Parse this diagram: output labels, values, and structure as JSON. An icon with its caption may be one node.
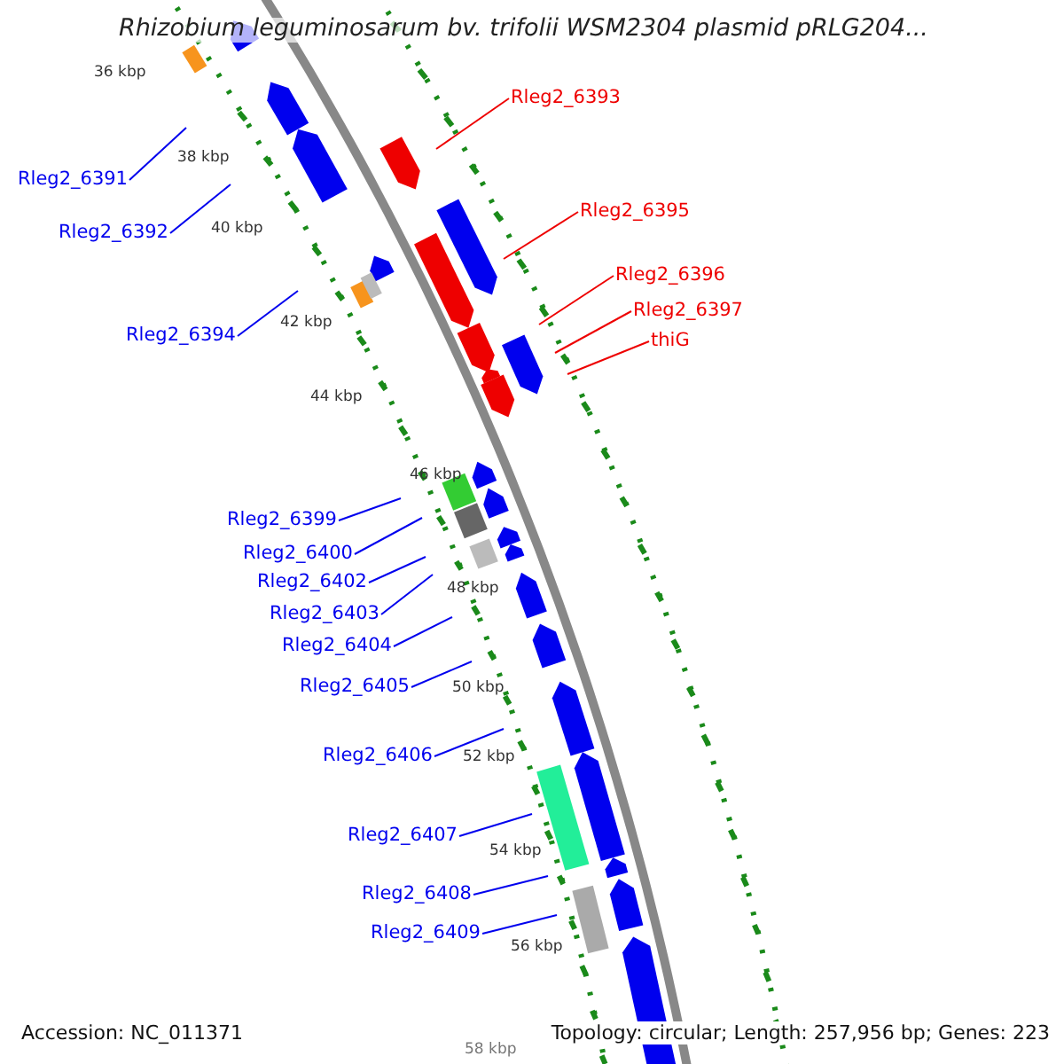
{
  "diagram": {
    "title": "Rhizobium leguminosarum bv. trifolii WSM2304 plasmid pRLG204...",
    "nodes": [
      {
        "text": [
          "Rleg2_6393"
        ]
      },
      {
        "text": [
          "Rleg2_6391"
        ]
      },
      {
        "text": [
          "Rleg2_6395"
        ]
      },
      {
        "text": [
          "Rleg2_6392"
        ]
      },
      {
        "text": [
          "Rleg2_6396"
        ]
      },
      {
        "text": [
          "Rleg2_6397"
        ]
      },
      {
        "text": [
          "Rleg2_6394"
        ]
      },
      {
        "text": [
          "thiG"
        ]
      },
      {
        "text": [
          "Rleg2_6399"
        ]
      },
      {
        "text": [
          "Rleg2_6400"
        ]
      },
      {
        "text": [
          "Rleg2_6402"
        ]
      },
      {
        "text": [
          "Rleg2_6403"
        ]
      },
      {
        "text": [
          "Rleg2_6404"
        ]
      },
      {
        "text": [
          "Rleg2_6405"
        ]
      },
      {
        "text": [
          "Rleg2_6406"
        ]
      },
      {
        "text": [
          "Rleg2_6407"
        ]
      },
      {
        "text": [
          "Rleg2_6408"
        ]
      },
      {
        "text": [
          "Rleg2_6409"
        ]
      }
    ],
    "edges": [
      {
        "from": 0,
        "to": null,
        "arrow": "none",
        "color": "#ee0000"
      },
      {
        "from": 1,
        "to": null,
        "arrow": "none"
      },
      {
        "from": 2,
        "to": null,
        "arrow": "none",
        "color": "#ee0000"
      },
      {
        "from": 3,
        "to": null,
        "arrow": "none"
      },
      {
        "from": 4,
        "to": null,
        "arrow": "none",
        "color": "#ee0000"
      },
      {
        "from": 5,
        "to": null,
        "arrow": "none",
        "color": "#ee0000"
      },
      {
        "from": 6,
        "to": null,
        "arrow": "none"
      },
      {
        "from": 7,
        "to": null,
        "arrow": "none",
        "color": "#ee0000"
      },
      {
        "from": 8,
        "to": null,
        "arrow": "none"
      },
      {
        "from": 9,
        "to": null,
        "arrow": "none"
      },
      {
        "from": 10,
        "to": null,
        "arrow": "none"
      },
      {
        "from": 11,
        "to": null,
        "arrow": "none"
      },
      {
        "from": 12,
        "to": null,
        "arrow": "none"
      },
      {
        "from": 13,
        "to": null,
        "arrow": "none"
      },
      {
        "from": 14,
        "to": null,
        "arrow": "none"
      },
      {
        "from": 15,
        "to": null,
        "arrow": "none"
      },
      {
        "from": 16,
        "to": null,
        "arrow": "none"
      },
      {
        "from": 17,
        "to": null,
        "arrow": "none"
      }
    ],
    "labels": [
      "36 kbp",
      "38 kbp",
      "40 kbp",
      "42 kbp",
      "44 kbp",
      "46 kbp",
      "48 kbp",
      "50 kbp",
      "52 kbp",
      "54 kbp",
      "56 kbp",
      "58 kbp",
      "Accession: NC_011371",
      "Topology: circular; Length: 257,956 bp; Genes: 223"
    ]
  }
}
